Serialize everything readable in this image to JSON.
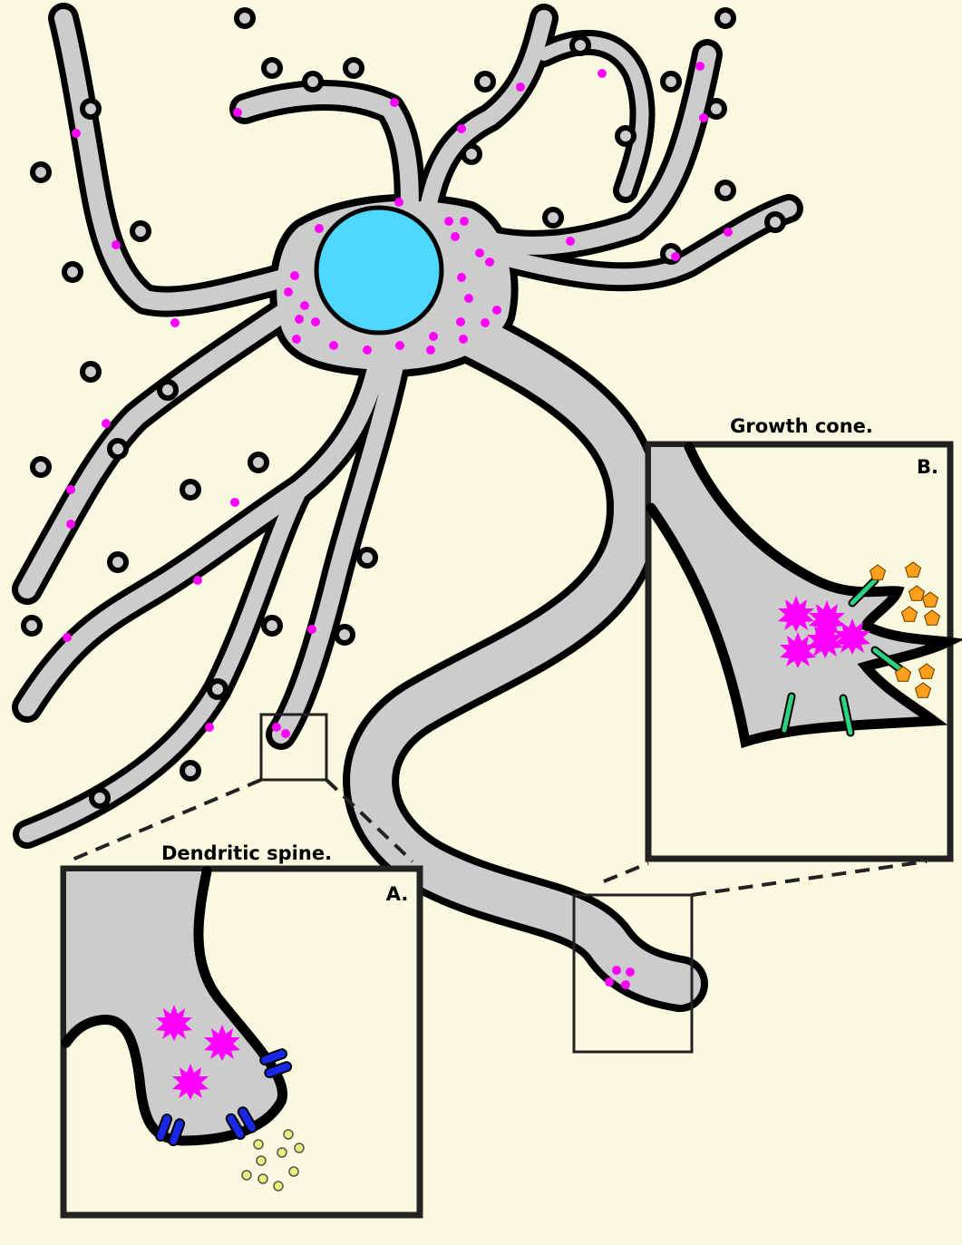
{
  "figure": {
    "background_color": "#fafae0",
    "panel_a": {
      "title": "Dendritic spine.",
      "letter": "A."
    },
    "panel_b": {
      "title": "Growth cone.",
      "letter": "B."
    }
  },
  "colors": {
    "cytoplasm": "#cccccc",
    "membrane": "#000000",
    "nucleus": "#4fd8ff",
    "granule": "#ff00ff",
    "receptor": "#1a28e6",
    "vesicle": "#e6f07a",
    "ligand": "#ff9f1c",
    "adhesion": "#2bd27f"
  },
  "icons": [
    "neuron-cell-body",
    "nucleus-icon",
    "mrna-granule-icon",
    "receptor-icon",
    "vesicle-icon",
    "ligand-icon",
    "adhesion-receptor-icon"
  ]
}
